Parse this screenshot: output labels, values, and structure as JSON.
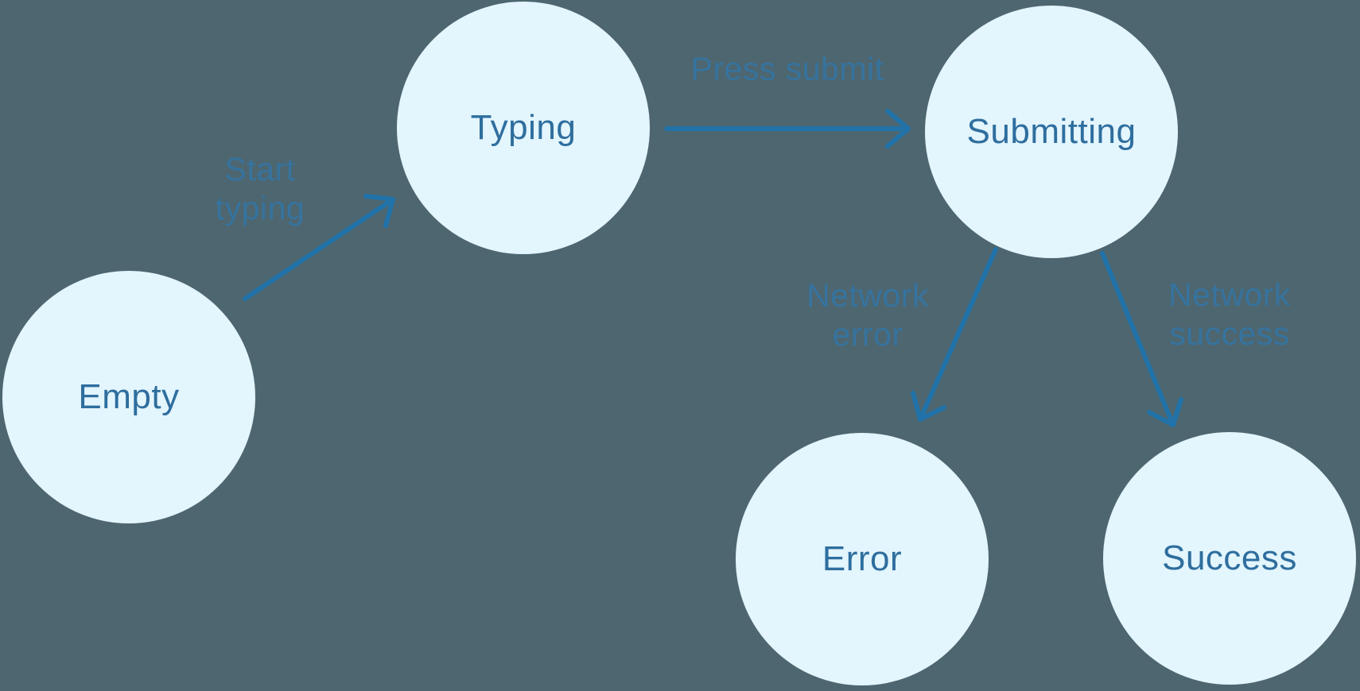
{
  "diagram": {
    "type": "state-machine",
    "colors": {
      "background": "#4d6670",
      "node_fill": "#e3f5fd",
      "node_text": "#2e6e9e",
      "arrow": "#2173a9",
      "edge_label": "#36739e"
    },
    "nodes": [
      {
        "id": "empty",
        "label": "Empty"
      },
      {
        "id": "typing",
        "label": "Typing"
      },
      {
        "id": "submitting",
        "label": "Submitting"
      },
      {
        "id": "error",
        "label": "Error"
      },
      {
        "id": "success",
        "label": "Success"
      }
    ],
    "edges": [
      {
        "from": "empty",
        "to": "typing",
        "label": "Start typing"
      },
      {
        "from": "typing",
        "to": "submitting",
        "label": "Press submit"
      },
      {
        "from": "submitting",
        "to": "error",
        "label": "Network error"
      },
      {
        "from": "submitting",
        "to": "success",
        "label": "Network success"
      }
    ]
  }
}
